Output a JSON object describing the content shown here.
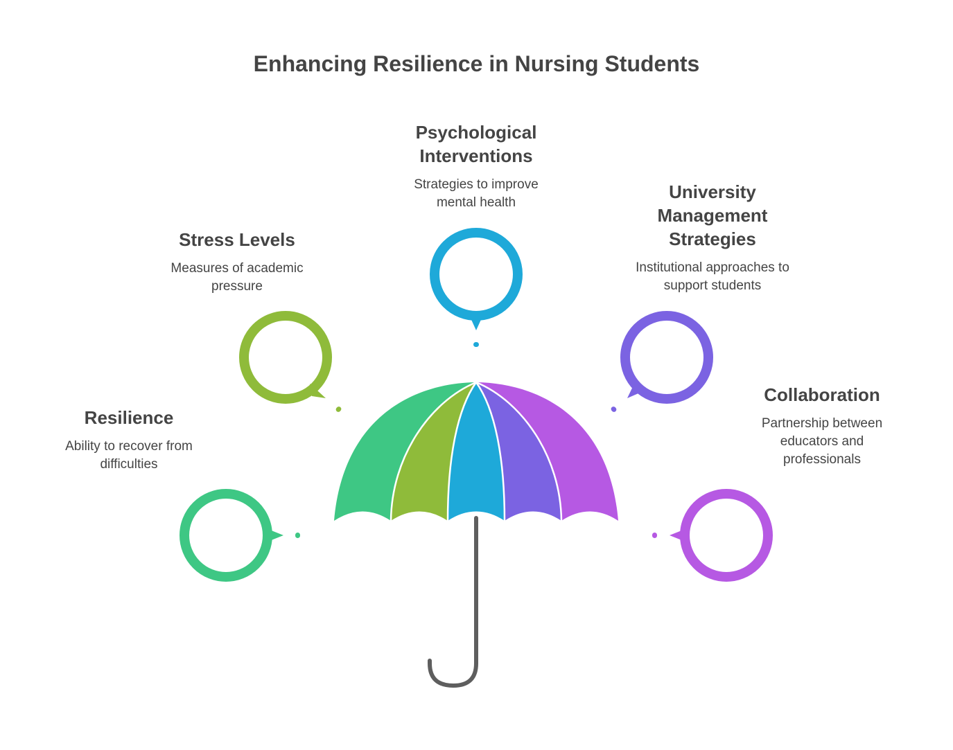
{
  "title": "Enhancing Resilience in Nursing Students",
  "items": [
    {
      "title": "Resilience",
      "description": "Ability to recover from difficulties",
      "color": "#3ec784"
    },
    {
      "title": "Stress Levels",
      "description": "Measures of academic pressure",
      "color": "#8fbb3a"
    },
    {
      "title": "Psychological Interventions",
      "description": "Strategies to improve mental health",
      "color": "#1ea9d9"
    },
    {
      "title": "University Management Strategies",
      "description": "Institutional approaches to support students",
      "color": "#7b63e2"
    },
    {
      "title": "Collaboration",
      "description": "Partnership between educators and professionals",
      "color": "#b659e3"
    }
  ],
  "handle_color": "#5e5e5e"
}
